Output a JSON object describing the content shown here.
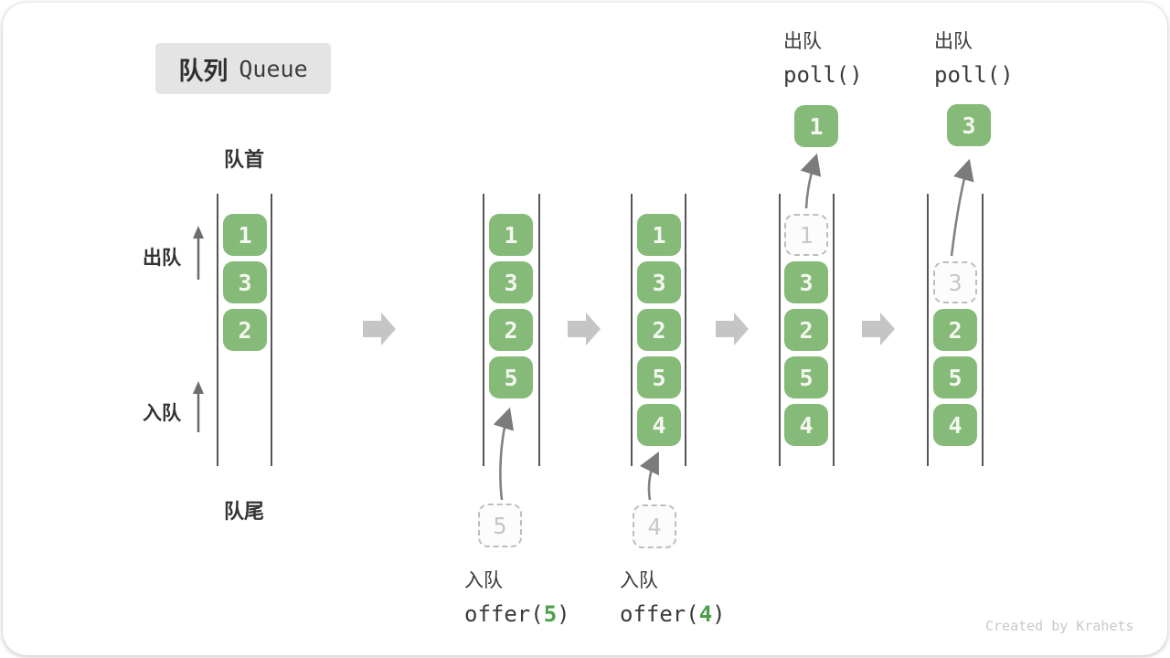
{
  "title": {
    "zh": "队列",
    "en": "Queue"
  },
  "side": {
    "front": "队首",
    "rear": "队尾",
    "dequeue": "出队",
    "enqueue": "入队"
  },
  "queues": {
    "q1": {
      "items": [
        "1",
        "3",
        "2"
      ]
    },
    "q2": {
      "items": [
        "1",
        "3",
        "2",
        "5"
      ],
      "incoming": "5"
    },
    "q3": {
      "items": [
        "1",
        "3",
        "2",
        "5",
        "4"
      ],
      "incoming": "4"
    },
    "q4": {
      "ghost": "1",
      "items": [
        "3",
        "2",
        "5",
        "4"
      ],
      "result": "1"
    },
    "q5": {
      "ghost": "3",
      "items": [
        "2",
        "5",
        "4"
      ],
      "result": "3"
    }
  },
  "ops": {
    "enq5": {
      "label": "入队",
      "pre": "offer(",
      "arg": "5",
      "post": ")"
    },
    "enq4": {
      "label": "入队",
      "pre": "offer(",
      "arg": "4",
      "post": ")"
    },
    "deq1": {
      "label": "出队",
      "code": "poll()"
    },
    "deq2": {
      "label": "出队",
      "code": "poll()"
    }
  },
  "watermark": "Created by Krahets",
  "colors": {
    "box_green": "#85ba78",
    "arg_green": "#4da04b",
    "block_arrow_gray": "#c5c5c5",
    "thin_arrow_gray": "#6e6e6e"
  }
}
